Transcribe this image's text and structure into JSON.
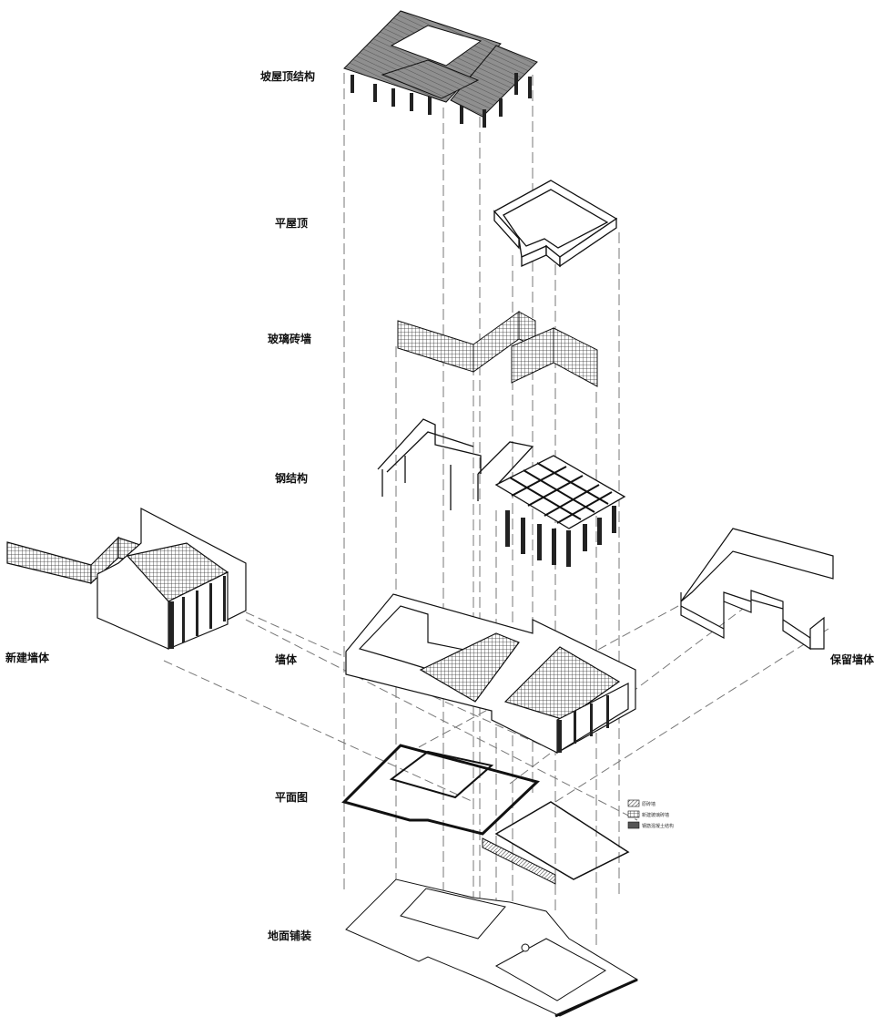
{
  "labels": {
    "sloped_roof": "坡屋顶结构",
    "flat_roof": "平屋顶",
    "glass_brick_wall": "玻璃砖墙",
    "steel_structure": "钢结构",
    "wall": "墙体",
    "new_wall": "新建墙体",
    "retained_wall": "保留墙体",
    "floor_plan": "平面图",
    "ground_paving": "地面铺装"
  },
  "legend": {
    "items": [
      "原砖墙",
      "新建玻璃砖墙",
      "钢筋混凝土结构"
    ]
  },
  "colors": {
    "line": "#111111",
    "dash": "#777777",
    "roof_fill": "#9a9a9a",
    "hatch": "#555555",
    "column": "#222222"
  }
}
